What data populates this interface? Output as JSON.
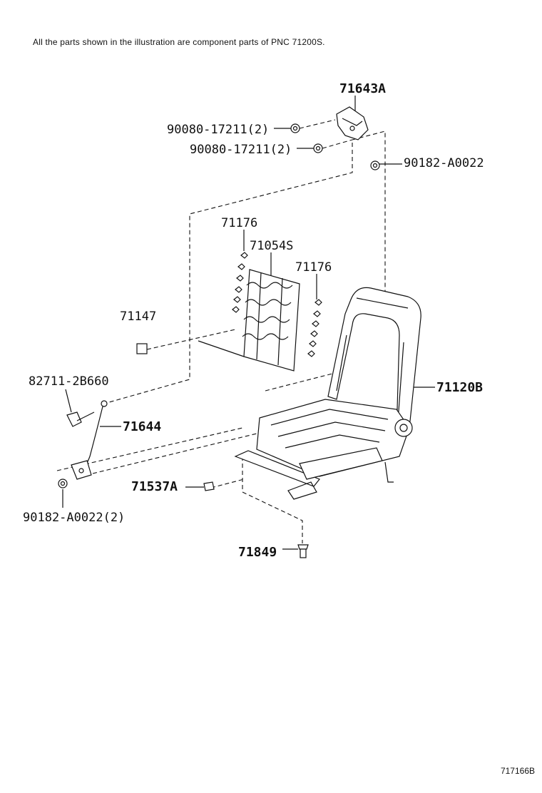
{
  "header": {
    "note": "All the parts shown in the illustration are component parts of PNC 71200S."
  },
  "footer": {
    "ref_code": "717166B"
  },
  "labels": {
    "p71643A": "71643A",
    "p90080_a": "90080-17211(2)",
    "p90080_b": "90080-17211(2)",
    "p90182_top": "90182-A0022",
    "p71176_a": "71176",
    "p71054S": "71054S",
    "p71176_b": "71176",
    "p71147": "71147",
    "p82711": "82711-2B660",
    "p71644": "71644",
    "p71120B": "71120B",
    "p71537A": "71537A",
    "p90182_bot": "90182-A0022(2)",
    "p71849": "71849"
  }
}
